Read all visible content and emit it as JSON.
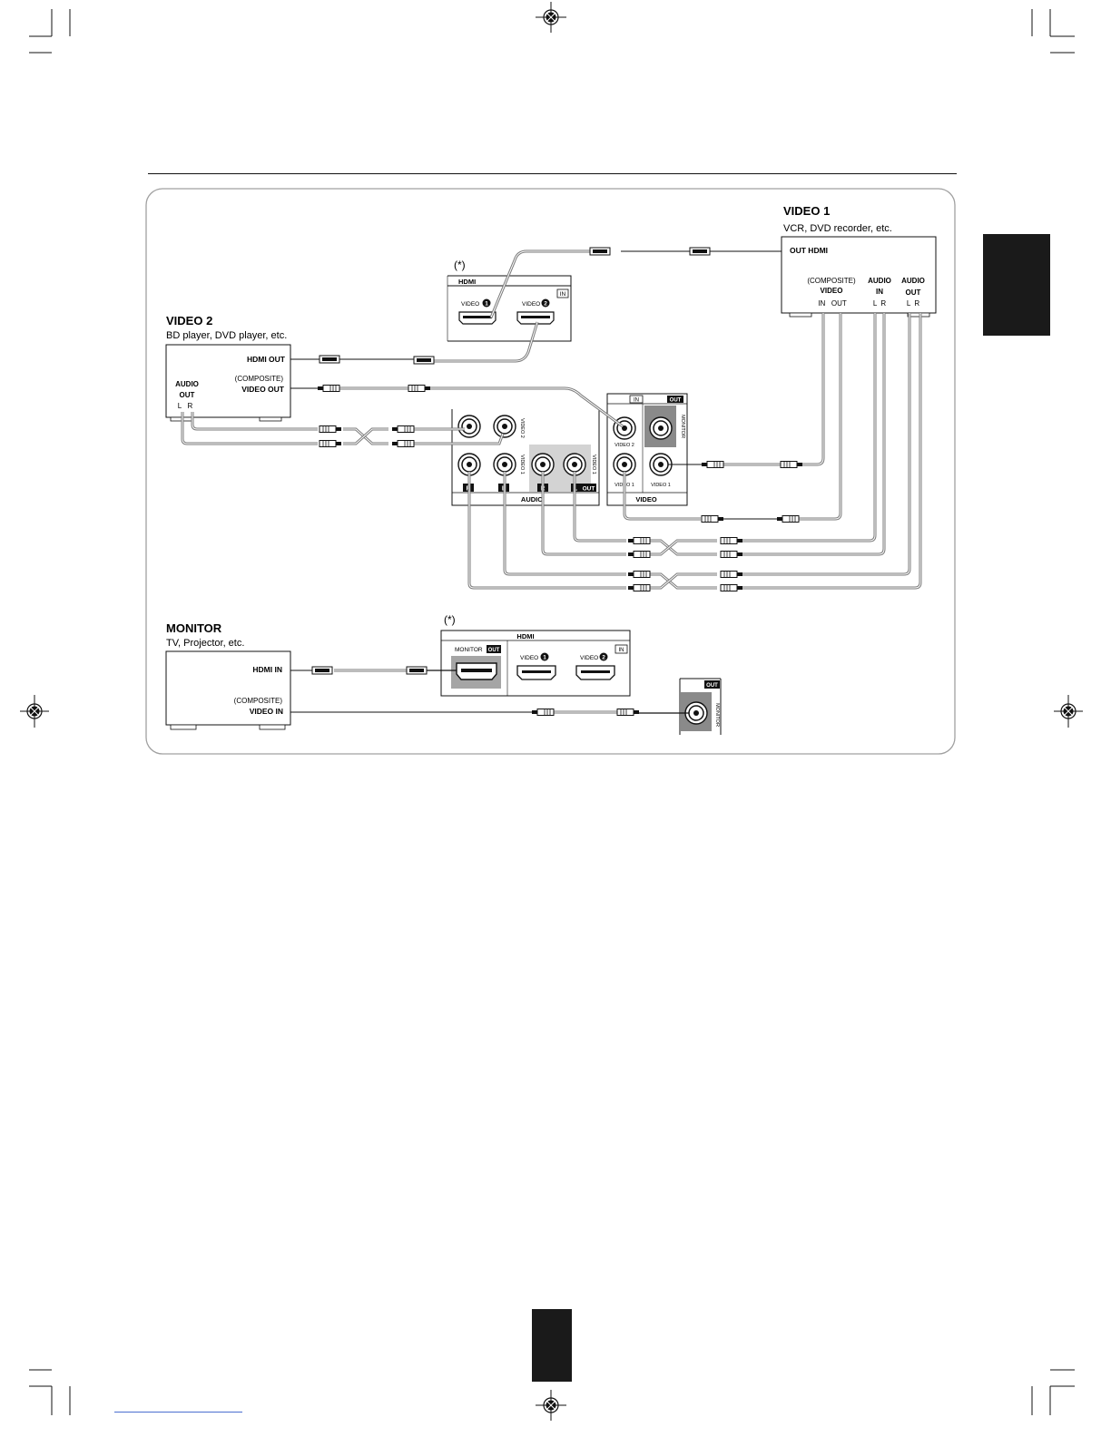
{
  "colors": {
    "ink": "#111111",
    "panel_border": "#a0a0a0",
    "jack_gray": "#8a8a8a",
    "light_gray": "#d3d3d3",
    "tab_black": "#1a1a1a"
  },
  "video1": {
    "title": "VIDEO 1",
    "subtitle": "VCR, DVD recorder, etc.",
    "out_hdmi": "OUT HDMI",
    "composite": "(COMPOSITE)",
    "video": "VIDEO",
    "in_out": "IN   OUT",
    "audio_in_1": "AUDIO",
    "audio_in_2": "IN",
    "audio_out_1": "AUDIO",
    "audio_out_2": "OUT",
    "lr_in": "L  R",
    "lr_out": "L  R"
  },
  "video2": {
    "title": "VIDEO 2",
    "subtitle": "BD player, DVD player, etc.",
    "hdmi_out": "HDMI OUT",
    "composite": "(COMPOSITE)",
    "video_out": "VIDEO OUT",
    "audio_1": "AUDIO",
    "audio_2": "OUT",
    "lr": "L   R"
  },
  "monitor": {
    "title": "MONITOR",
    "subtitle": "TV, Projector, etc.",
    "hdmi_in": "HDMI IN",
    "composite": "(COMPOSITE)",
    "video_in": "VIDEO IN"
  },
  "hdmi_top": {
    "asterisk": "(*)",
    "title": "HDMI",
    "in_badge": "IN",
    "video1": "VIDEO",
    "video2": "VIDEO",
    "num1": "1",
    "num2": "2"
  },
  "hdmi_bottom": {
    "asterisk": "(*)",
    "title": "HDMI",
    "monitor": "MONITOR",
    "out_badge": "OUT",
    "in_badge": "IN",
    "video1": "VIDEO",
    "video2": "VIDEO",
    "num1": "1",
    "num2": "2"
  },
  "audio_panel": {
    "label": "AUDIO",
    "r": "R",
    "l": "L",
    "r2": "R",
    "l2": "L",
    "out_badge": "OUT",
    "side_video2": "VIDEO 2",
    "side_video1": "VIDEO 1",
    "side_video1b": "VIDEO 1"
  },
  "video_panel": {
    "label": "VIDEO",
    "in_badge": "IN",
    "out_badge": "OUT",
    "monitor": "MONITOR",
    "video2": "VIDEO 2",
    "video1_in": "VIDEO 1",
    "video1_out": "VIDEO 1"
  },
  "monitor_jack": {
    "out_badge": "OUT",
    "label": "MONITOR"
  }
}
